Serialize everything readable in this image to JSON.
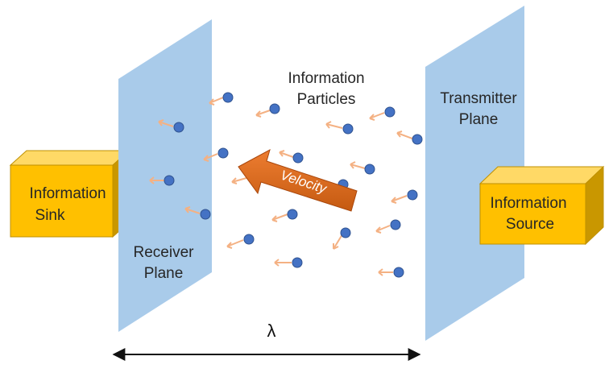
{
  "labels": {
    "information_particles_line1": "Information",
    "information_particles_line2": "Particles",
    "transmitter_line1": "Transmitter",
    "transmitter_line2": "Plane",
    "receiver_line1": "Receiver",
    "receiver_line2": "Plane",
    "sink_line1": "Information",
    "sink_line2": "Sink",
    "source_line1": "Information",
    "source_line2": "Source",
    "velocity": "Velocity",
    "distance": "λ"
  },
  "colors": {
    "plane": "#a9cbea",
    "box_front": "#ffc000",
    "box_top": "#ffd966",
    "box_side": "#c99700",
    "box_border": "#bf9000",
    "particle": "#4472c4",
    "particle_edge": "#2f528f",
    "particle_arrow": "#f4b183",
    "velocity_arrow": "#c55a11",
    "velocity_arrow_light": "#ed7d31",
    "text": "#262626"
  }
}
